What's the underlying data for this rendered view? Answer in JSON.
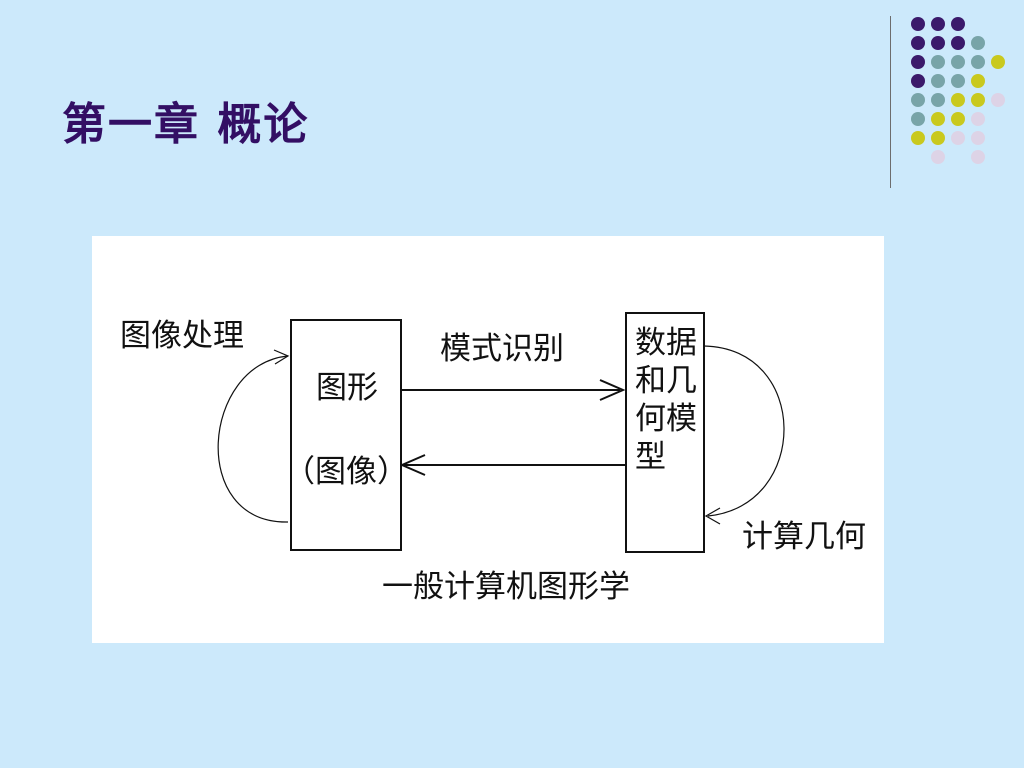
{
  "slide": {
    "title": "第一章 概论",
    "background_color": "#cce9fb",
    "title_color": "#330f64"
  },
  "decoration": {
    "dot_colors": {
      "purple": "#3b1a6b",
      "teal": "#78a4a8",
      "yellow": "#c9c91e",
      "lilac": "#ddd3e6"
    }
  },
  "diagram": {
    "left_box_title": "图形",
    "left_box_subtitle": "（图像）",
    "right_box_text": "数据和几何模型",
    "top_arrow_label": "模式识别",
    "bottom_arrow_label": "一般计算机图形学",
    "left_loop_label": "图像处理",
    "right_loop_label": "计算几何"
  }
}
